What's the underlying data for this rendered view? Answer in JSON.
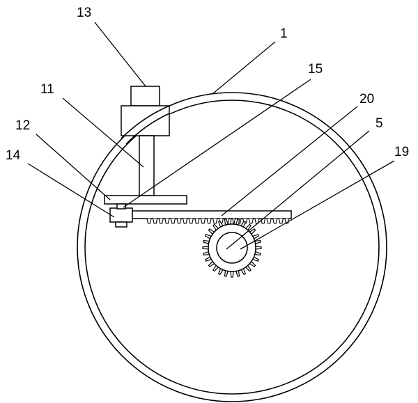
{
  "labels": {
    "l13": "13",
    "l1": "1",
    "l15": "15",
    "l11": "11",
    "l20": "20",
    "l5": "5",
    "l12": "12",
    "l19": "19",
    "l14": "14"
  },
  "gear": {
    "teeth": 28
  },
  "rack": {
    "teeth": 24
  },
  "colors": {
    "line": "#000000",
    "background": "#ffffff"
  }
}
